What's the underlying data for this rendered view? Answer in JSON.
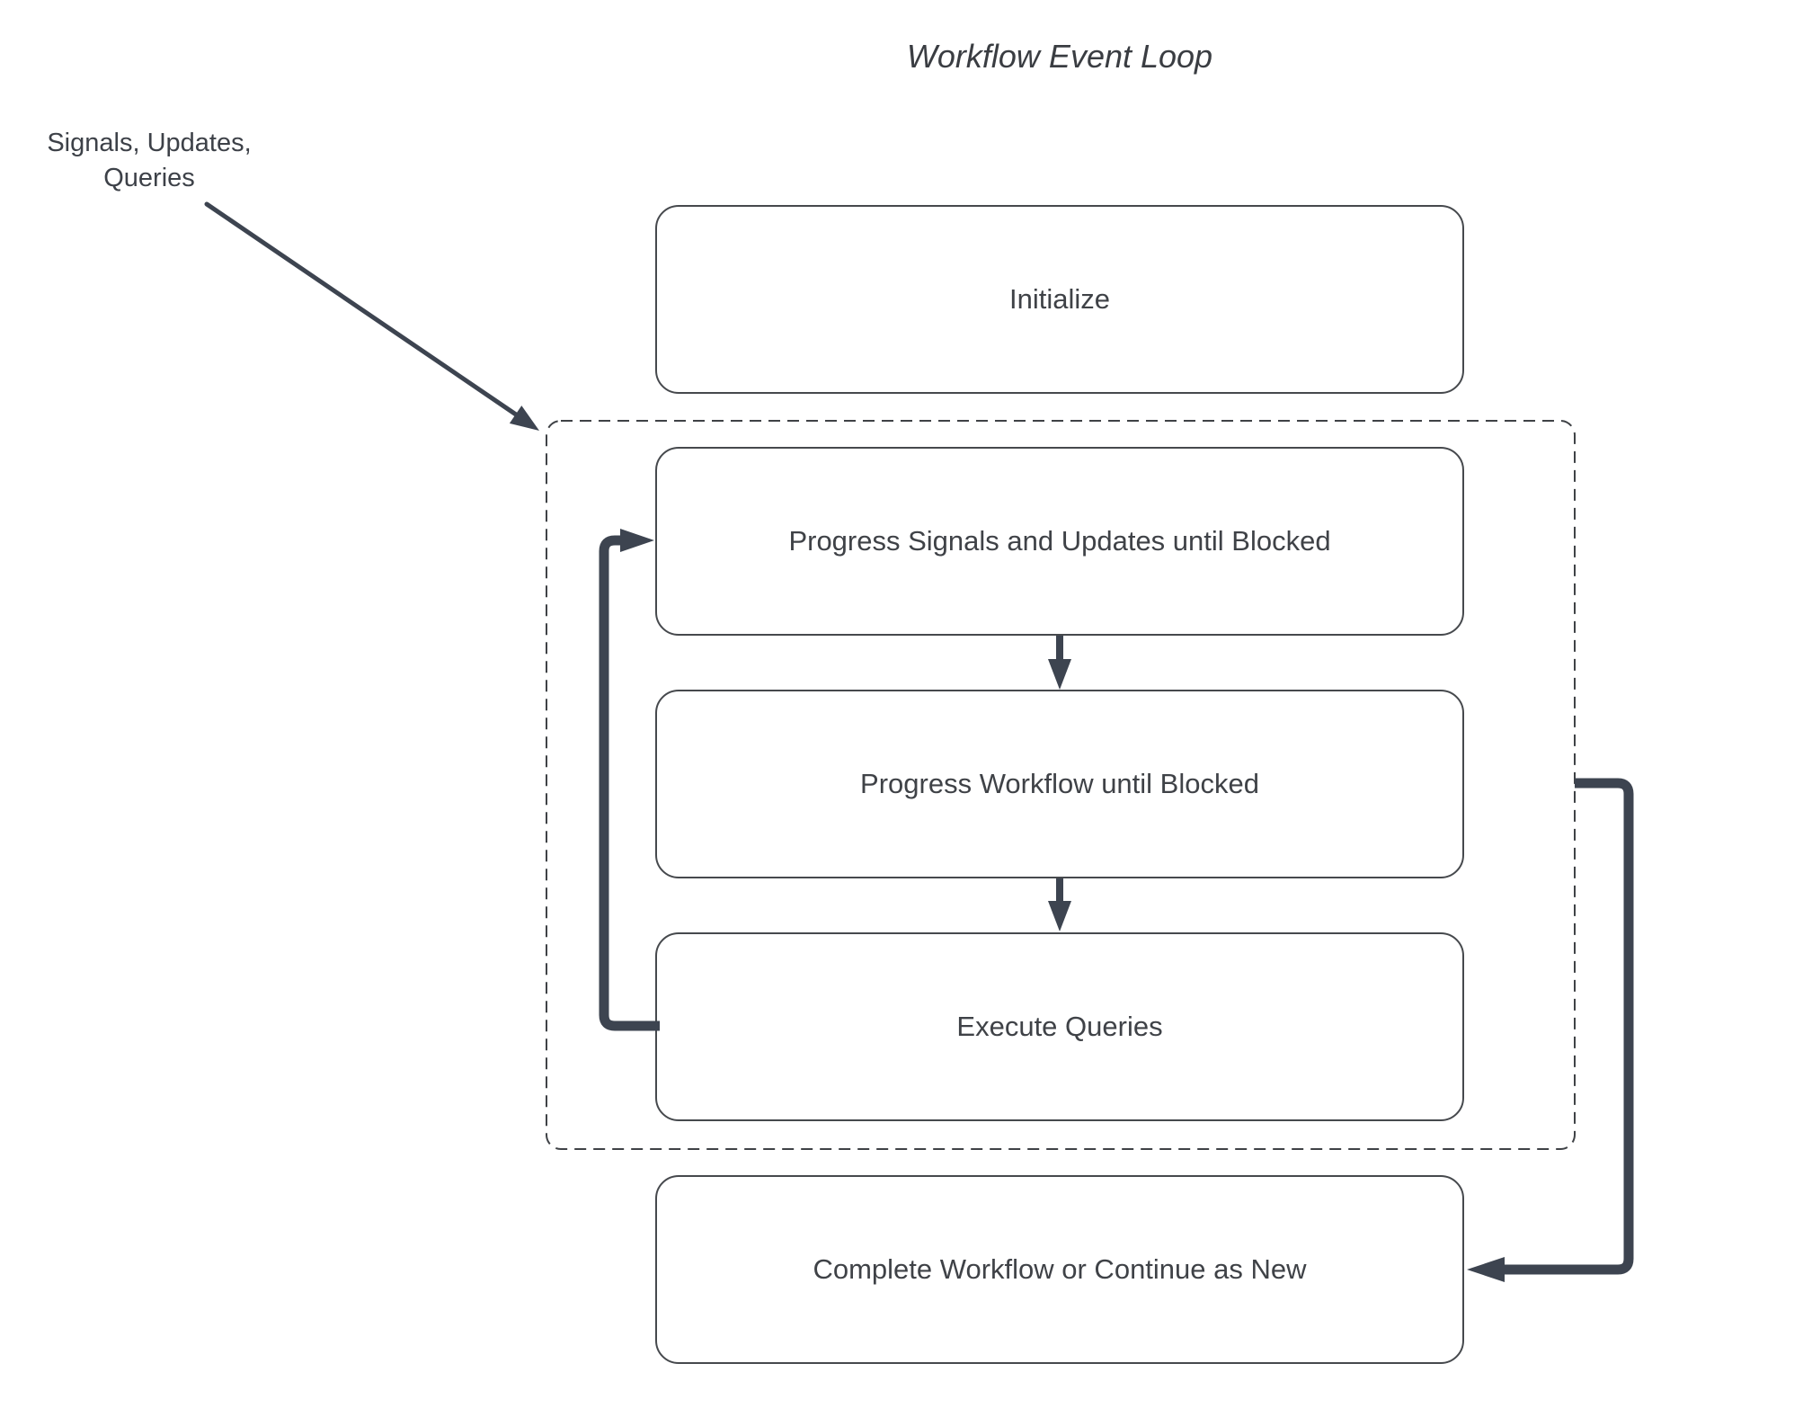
{
  "title": "Workflow Event Loop",
  "annotation": {
    "line1": "Signals, Updates,",
    "line2": "Queries"
  },
  "nodes": [
    {
      "id": "initialize",
      "label": "Initialize"
    },
    {
      "id": "progress-signals",
      "label": "Progress Signals and Updates until Blocked"
    },
    {
      "id": "progress-workflow",
      "label": "Progress Workflow until Blocked"
    },
    {
      "id": "execute-queries",
      "label": "Execute Queries"
    },
    {
      "id": "complete",
      "label": "Complete Workflow or Continue as New"
    }
  ],
  "colors": {
    "connector": "#3d4450",
    "box_border": "#46494d",
    "dashed_border": "#3f4246",
    "text": "#3f4247",
    "background": "#ffffff"
  }
}
